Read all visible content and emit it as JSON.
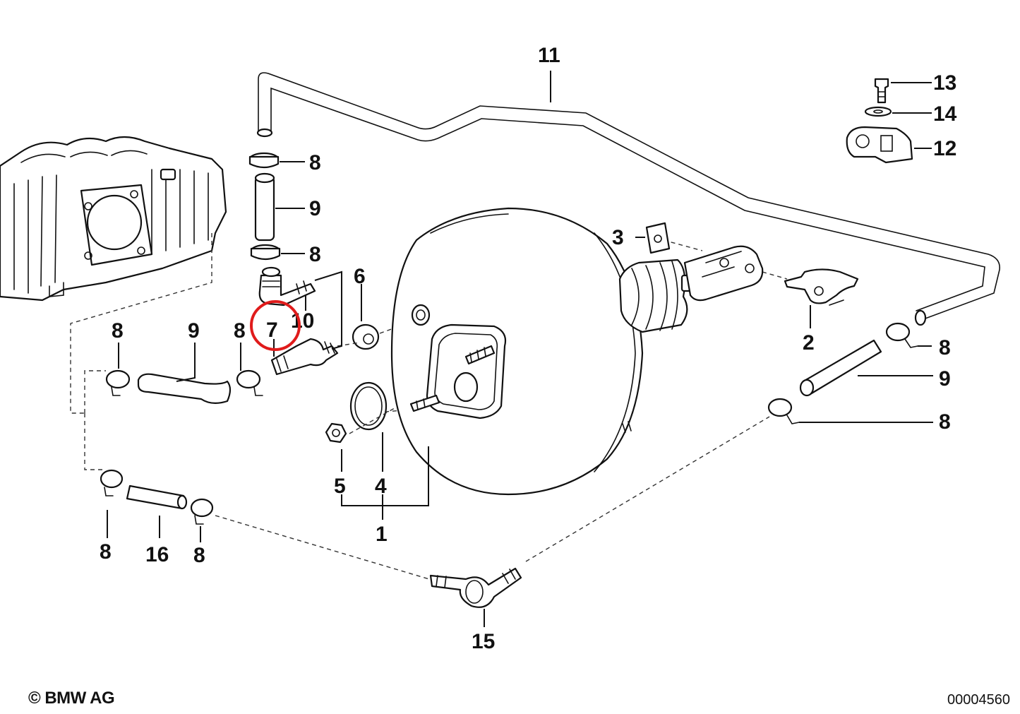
{
  "copyright": "© BMW AG",
  "diagram_number": "00004560",
  "callouts": [
    "1",
    "2",
    "3",
    "4",
    "5",
    "6",
    "7",
    "10",
    "11",
    "12",
    "13",
    "14",
    "15",
    "16",
    "8",
    "9"
  ],
  "highlight": {
    "callout": "7",
    "color": "#e01b1b"
  }
}
